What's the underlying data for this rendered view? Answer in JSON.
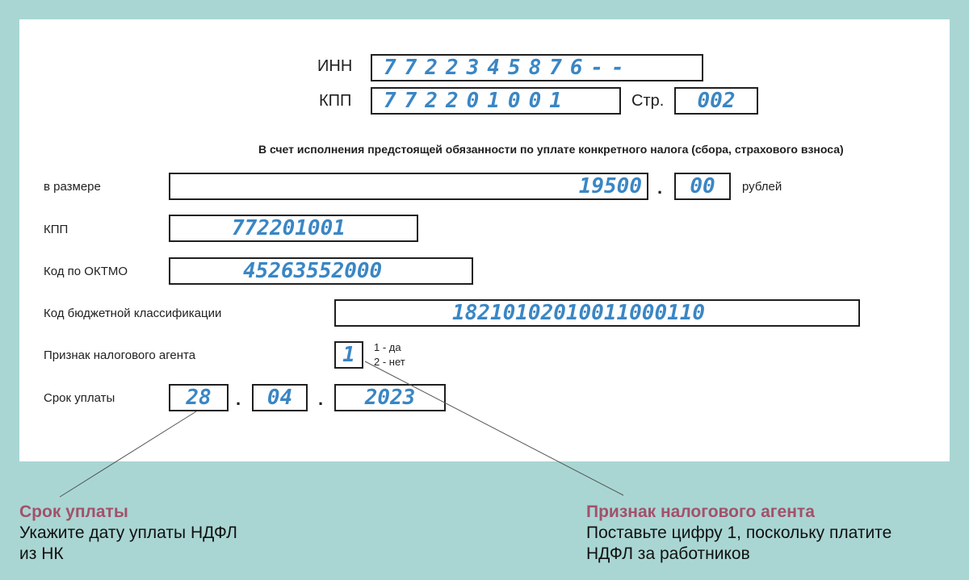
{
  "header": {
    "inn_label": "ИНН",
    "inn_value": "7722345876--",
    "kpp_label": "КПП",
    "kpp_value": "772201001",
    "page_label": "Стр.",
    "page_value": "002"
  },
  "form": {
    "heading": "В счет исполнения предстоящей обязанности по уплате конкретного налога (сбора, страхового взноса)",
    "amount_label": "в размере",
    "amount_rubles": "19500",
    "amount_sep": ".",
    "amount_kopecks": "00",
    "amount_unit": "рублей",
    "kpp_label": "КПП",
    "kpp_value": "772201001",
    "oktmo_label": "Код по ОКТМО",
    "oktmo_value": "45263552000",
    "kbk_label": "Код бюджетной классификации",
    "kbk_value": "18210102010011000110",
    "agent_label": "Признак налогового агента",
    "agent_value": "1",
    "agent_option_yes": "1 - да",
    "agent_option_no": "2 - нет",
    "due_label": "Срок уплаты",
    "due_day": "28",
    "due_month": "04",
    "due_year": "2023",
    "date_sep": "."
  },
  "callouts": {
    "left_title": "Срок уплаты",
    "left_line1": "Укажите дату уплаты НДФЛ",
    "left_line2": "из НК",
    "right_title": "Признак налогового агента",
    "right_line1": "Поставьте цифру 1, поскольку платите",
    "right_line2": "НДФЛ за работников"
  },
  "colors": {
    "background": "#a9d6d3",
    "filled_value": "#3a86c4",
    "callout_title": "#a4506a"
  }
}
